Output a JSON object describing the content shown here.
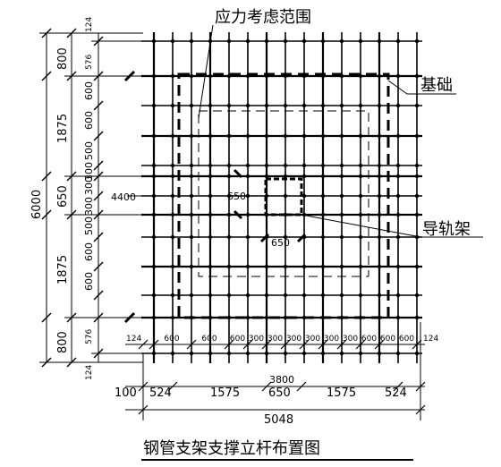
{
  "title": "钢管支架支撑立杆布置图",
  "labels": {
    "stress_area": "应力考虑范围",
    "foundation": "基础",
    "guide_frame": "导轨架"
  },
  "dims": {
    "left_total": "6000",
    "left_800_top": "800",
    "left_1875_top": "1875",
    "left_650": "650",
    "left_1875_bot": "1875",
    "left_800_bot": "800",
    "sub_124_top": "124",
    "sub_576_top": "576",
    "sub_124_bot": "124",
    "sub_576_bot": "576",
    "row_spacing": [
      "600",
      "600",
      "500",
      "300",
      "300",
      "300",
      "500",
      "600",
      "600"
    ],
    "inner_4400": "4400",
    "inner_650_a": "650",
    "inner_650_b": "650",
    "bottom_row": [
      "124",
      "600",
      "600",
      "600",
      "300",
      "300",
      "300",
      "300",
      "300",
      "300",
      "600",
      "600",
      "600",
      "124"
    ],
    "bottom_3800": "3800",
    "bottom_100": "100",
    "bottom_mid": [
      "524",
      "1575",
      "650",
      "1575",
      "524"
    ],
    "bottom_total": "5048"
  }
}
